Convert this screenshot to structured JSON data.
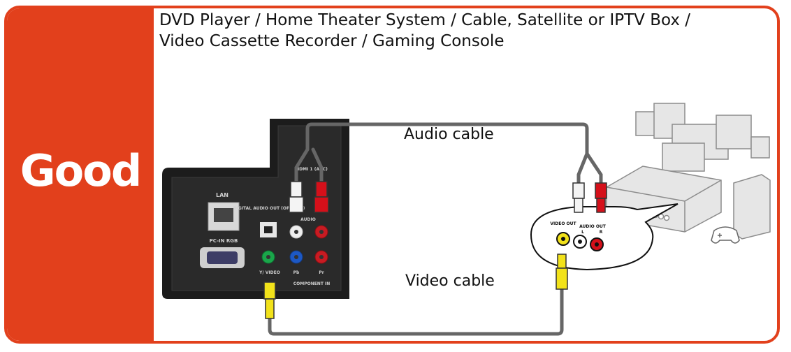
{
  "side": {
    "label": "Good"
  },
  "title": {
    "line1": "DVD Player / Home Theater System / Cable, Satellite or IPTV Box /",
    "line2": "Video Cassette Recorder / Gaming Console"
  },
  "cables": {
    "audio_label": "Audio cable",
    "video_label": "Video cable"
  },
  "tv_panel": {
    "lan": "LAN",
    "pc_in": "PC-IN RGB",
    "digital_audio": "DIGITAL AUDIO OUT (OPTICAL)",
    "audio": "AUDIO",
    "hdmi": "HDMI 1 (ARC)",
    "y_video": "Y/ VIDEO",
    "pb": "Pb",
    "pr": "Pr",
    "component": "COMPONENT IN"
  },
  "device_panel": {
    "video_out": "VIDEO OUT",
    "audio_out": "AUDIO OUT",
    "l": "L",
    "r": "R"
  },
  "colors": {
    "accent": "#e2401c",
    "cable": "#666666",
    "yellow": "#f2e21a",
    "red": "#d5101a",
    "panel": "#1b1b1b"
  }
}
